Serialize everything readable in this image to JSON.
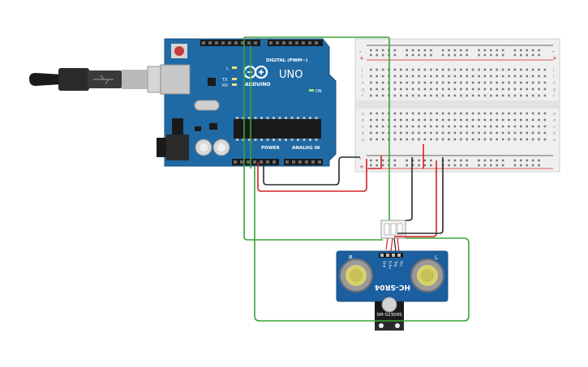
{
  "arduino": {
    "brand": "ARDUINO",
    "model": "UNO",
    "digital_header": "DIGITAL (PWM~)",
    "power_header": "POWER",
    "analog_header": "ANALOG IN",
    "on_label": "ON",
    "tx_label": "TX",
    "rx_label": "RX",
    "l_label": "L"
  },
  "sensor": {
    "name": "HC-SR04",
    "pins": [
      "Vcc",
      "Trig",
      "Echo",
      "Gnd"
    ],
    "left_mark": "R",
    "right_mark": "L"
  },
  "motor": {
    "label": "SM-S2309S"
  },
  "breadboard": {
    "rail_plus": "+",
    "rail_minus": "-",
    "rows_top": [
      "j",
      "i",
      "h",
      "g",
      "f"
    ],
    "rows_bottom": [
      "e",
      "d",
      "c",
      "b",
      "a"
    ]
  },
  "colors": {
    "board": "#1f6aa5",
    "wire_red": "#d62020",
    "wire_black": "#2a2a2a",
    "wire_green": "#3aa33a",
    "sensor_board": "#1c5fa0",
    "breadboard": "#efefef"
  }
}
